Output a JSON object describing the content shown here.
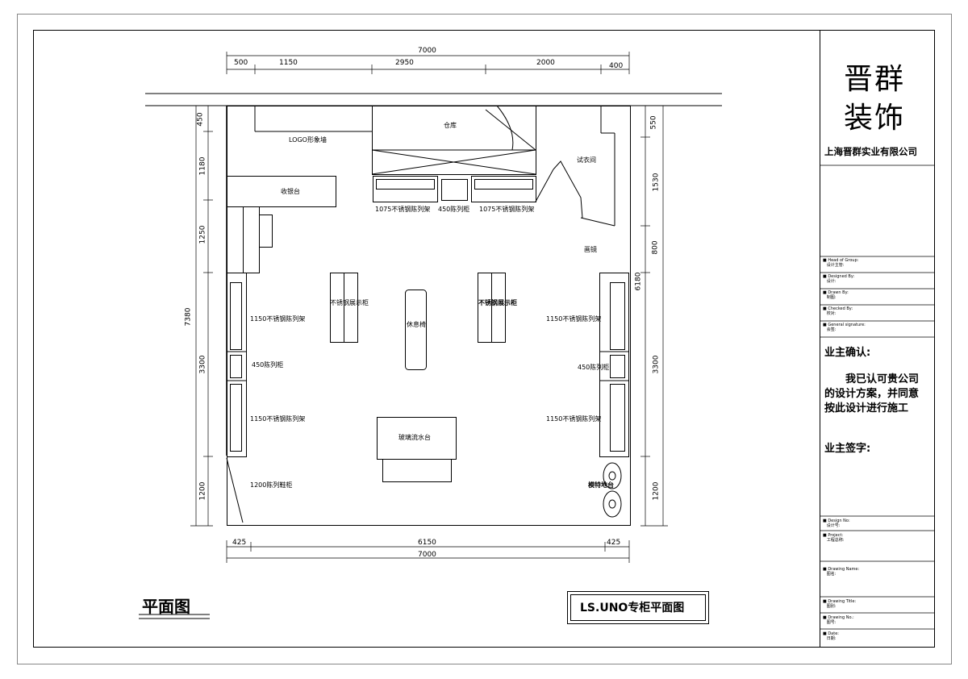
{
  "drawing_title": "平面图",
  "sheet_title": "LS.UNO专柜平面图",
  "title_block": {
    "brand_line1": "晋群",
    "brand_line2": "装饰",
    "company": "上海晋群实业有限公司",
    "fields_top": [
      {
        "en": "Head of Group:",
        "cn": "设计主管:"
      },
      {
        "en": "Designed By:",
        "cn": "设计:"
      },
      {
        "en": "Drawn By:",
        "cn": "制图:"
      },
      {
        "en": "Checked By:",
        "cn": "校对:"
      },
      {
        "en": "General signature:",
        "cn": "会签:"
      }
    ],
    "owner_confirm": "业主确认:",
    "owner_text_1": "我已认可贵公司",
    "owner_text_2": "的设计方案，并同意",
    "owner_text_3": "按此设计进行施工",
    "owner_sign": "业主签字:",
    "fields_bottom": [
      {
        "en": "Design No:",
        "cn": "设计号:"
      },
      {
        "en": "Project:",
        "cn": "工程总称:"
      },
      {
        "en": "Drawing Name:",
        "cn": "图名:"
      },
      {
        "en": "Drawing Title:",
        "cn": "图别:"
      },
      {
        "en": "Drawing No.:",
        "cn": "图号:"
      },
      {
        "en": "Date:",
        "cn": "日期:"
      }
    ]
  },
  "dimensions": {
    "top_total": "7000",
    "top_segments": [
      "500",
      "1150",
      "2950",
      "2000",
      "400"
    ],
    "bottom_segments": [
      "425",
      "6150",
      "425"
    ],
    "bottom_total": "7000",
    "left_total": "7380",
    "left_segments": [
      "450",
      "1180",
      "1250",
      "3300",
      "1200"
    ],
    "right_total": "6180",
    "right_segments": [
      "550",
      "1530",
      "800",
      "3300",
      "1200"
    ]
  },
  "rooms": {
    "logo_wall": "LOGO形象墙",
    "warehouse": "仓库",
    "fitting_room": "试衣间",
    "cashier": "收银台",
    "mirror": "画镜",
    "rack_1075_left": "1075不锈钢陈列架",
    "cabinet_450_top": "450陈列柜",
    "rack_1075_right": "1075不锈钢陈列架",
    "display_left": "不锈钢展示柜",
    "display_right": "不锈钢展示柜",
    "bench": "休息椅",
    "rack_1150_l1": "1150不锈钢陈列架",
    "rack_1150_r1": "1150不锈钢陈列架",
    "cabinet_450_left": "450陈列柜",
    "cabinet_450_right": "450陈列柜",
    "rack_1150_l2": "1150不锈钢陈列架",
    "rack_1150_r2": "1150不锈钢陈列架",
    "glass_counter": "玻璃流水台",
    "shoe_cabinet": "1200陈列鞋柜",
    "mannequin": "模特地台"
  }
}
